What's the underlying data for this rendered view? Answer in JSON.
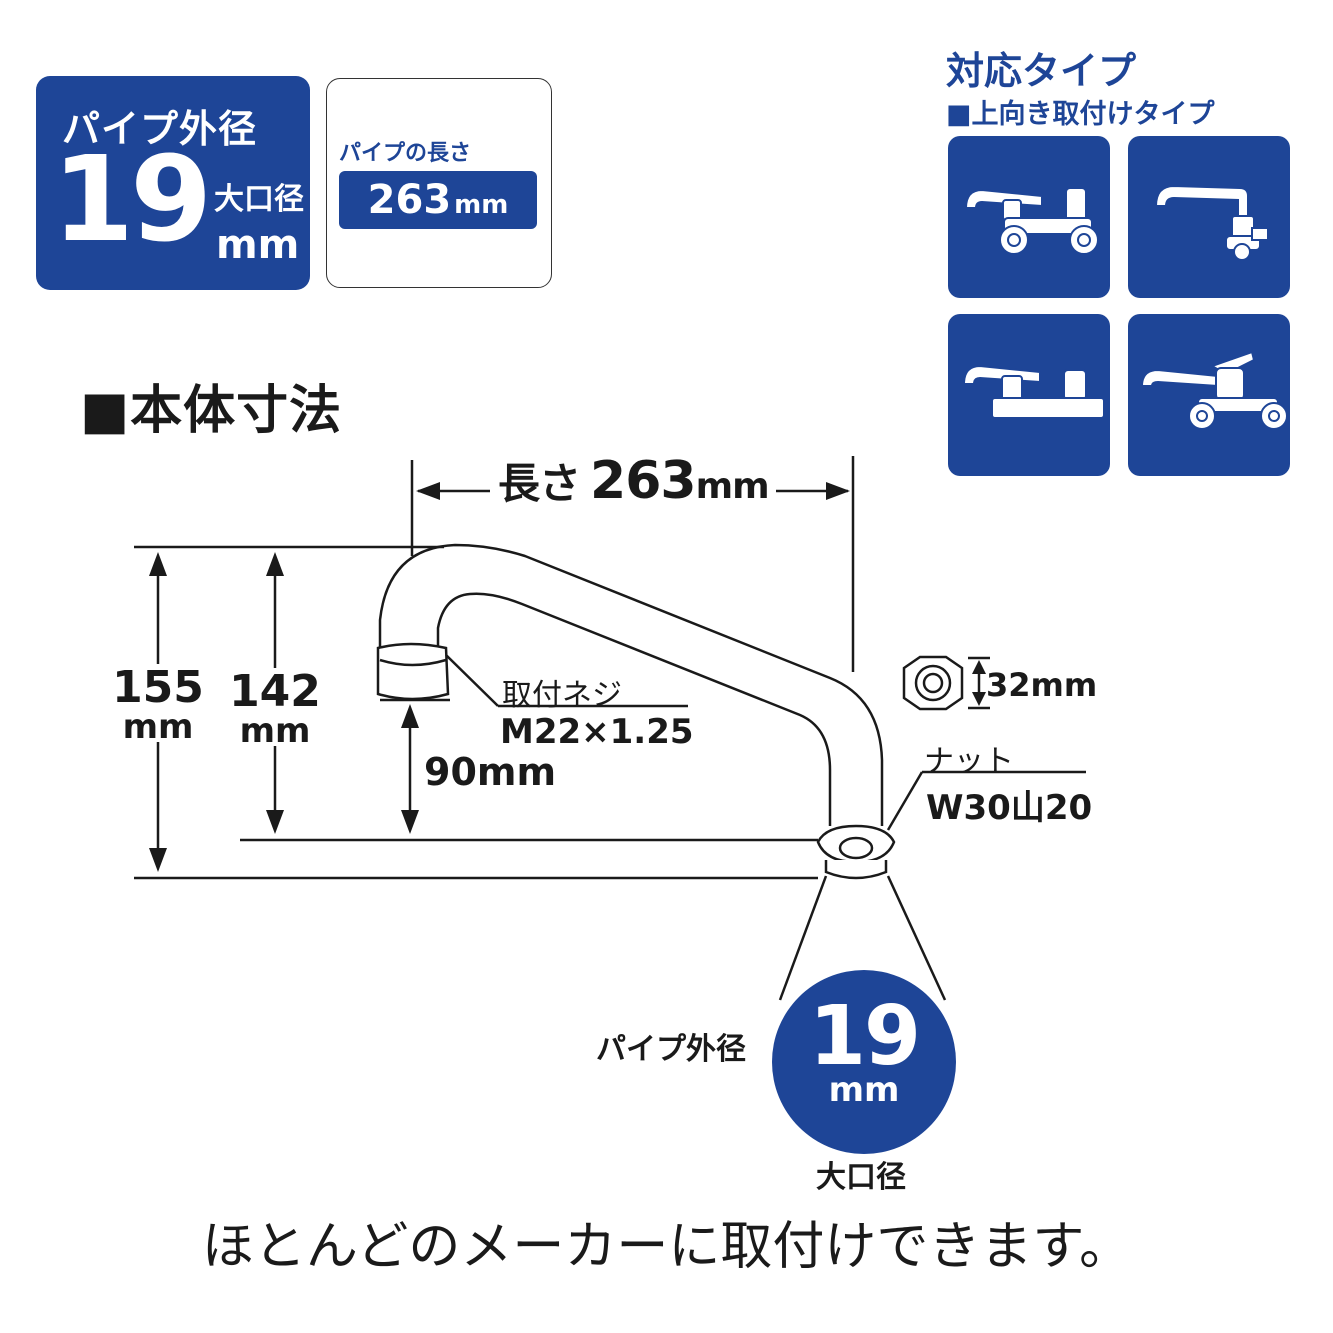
{
  "spec_box": {
    "label": "パイプ外径",
    "number": "19",
    "size_name": "大口径",
    "unit": "mm"
  },
  "length_box": {
    "label": "パイプの長さ",
    "value": "263",
    "unit": "mm"
  },
  "compat": {
    "title": "対応タイプ",
    "subtitle": "■上向き取付けタイプ",
    "types": [
      "two-handle-wall-faucet-icon",
      "single-wall-tap-icon",
      "two-handle-deck-faucet-icon",
      "single-lever-wall-faucet-icon"
    ]
  },
  "section_title": "■本体寸法",
  "dimensions": {
    "length_label": "長さ",
    "length_value": "263",
    "length_unit": "mm",
    "height_total_value": "155",
    "height_total_unit": "mm",
    "height_pipe_value": "142",
    "height_pipe_unit": "mm",
    "height_mount": "90mm",
    "thread_label": "取付ネジ",
    "thread_spec": "M22×1.25",
    "nut_size": "32mm",
    "nut_label": "ナット",
    "nut_spec": "W30山20"
  },
  "circle": {
    "left_label": "パイプ外径",
    "number": "19",
    "unit": "mm",
    "bottom_label": "大口径"
  },
  "footer": "ほとんどのメーカーに取付けできます。",
  "colors": {
    "accent": "#1e4597",
    "line": "#1a1a1a"
  }
}
